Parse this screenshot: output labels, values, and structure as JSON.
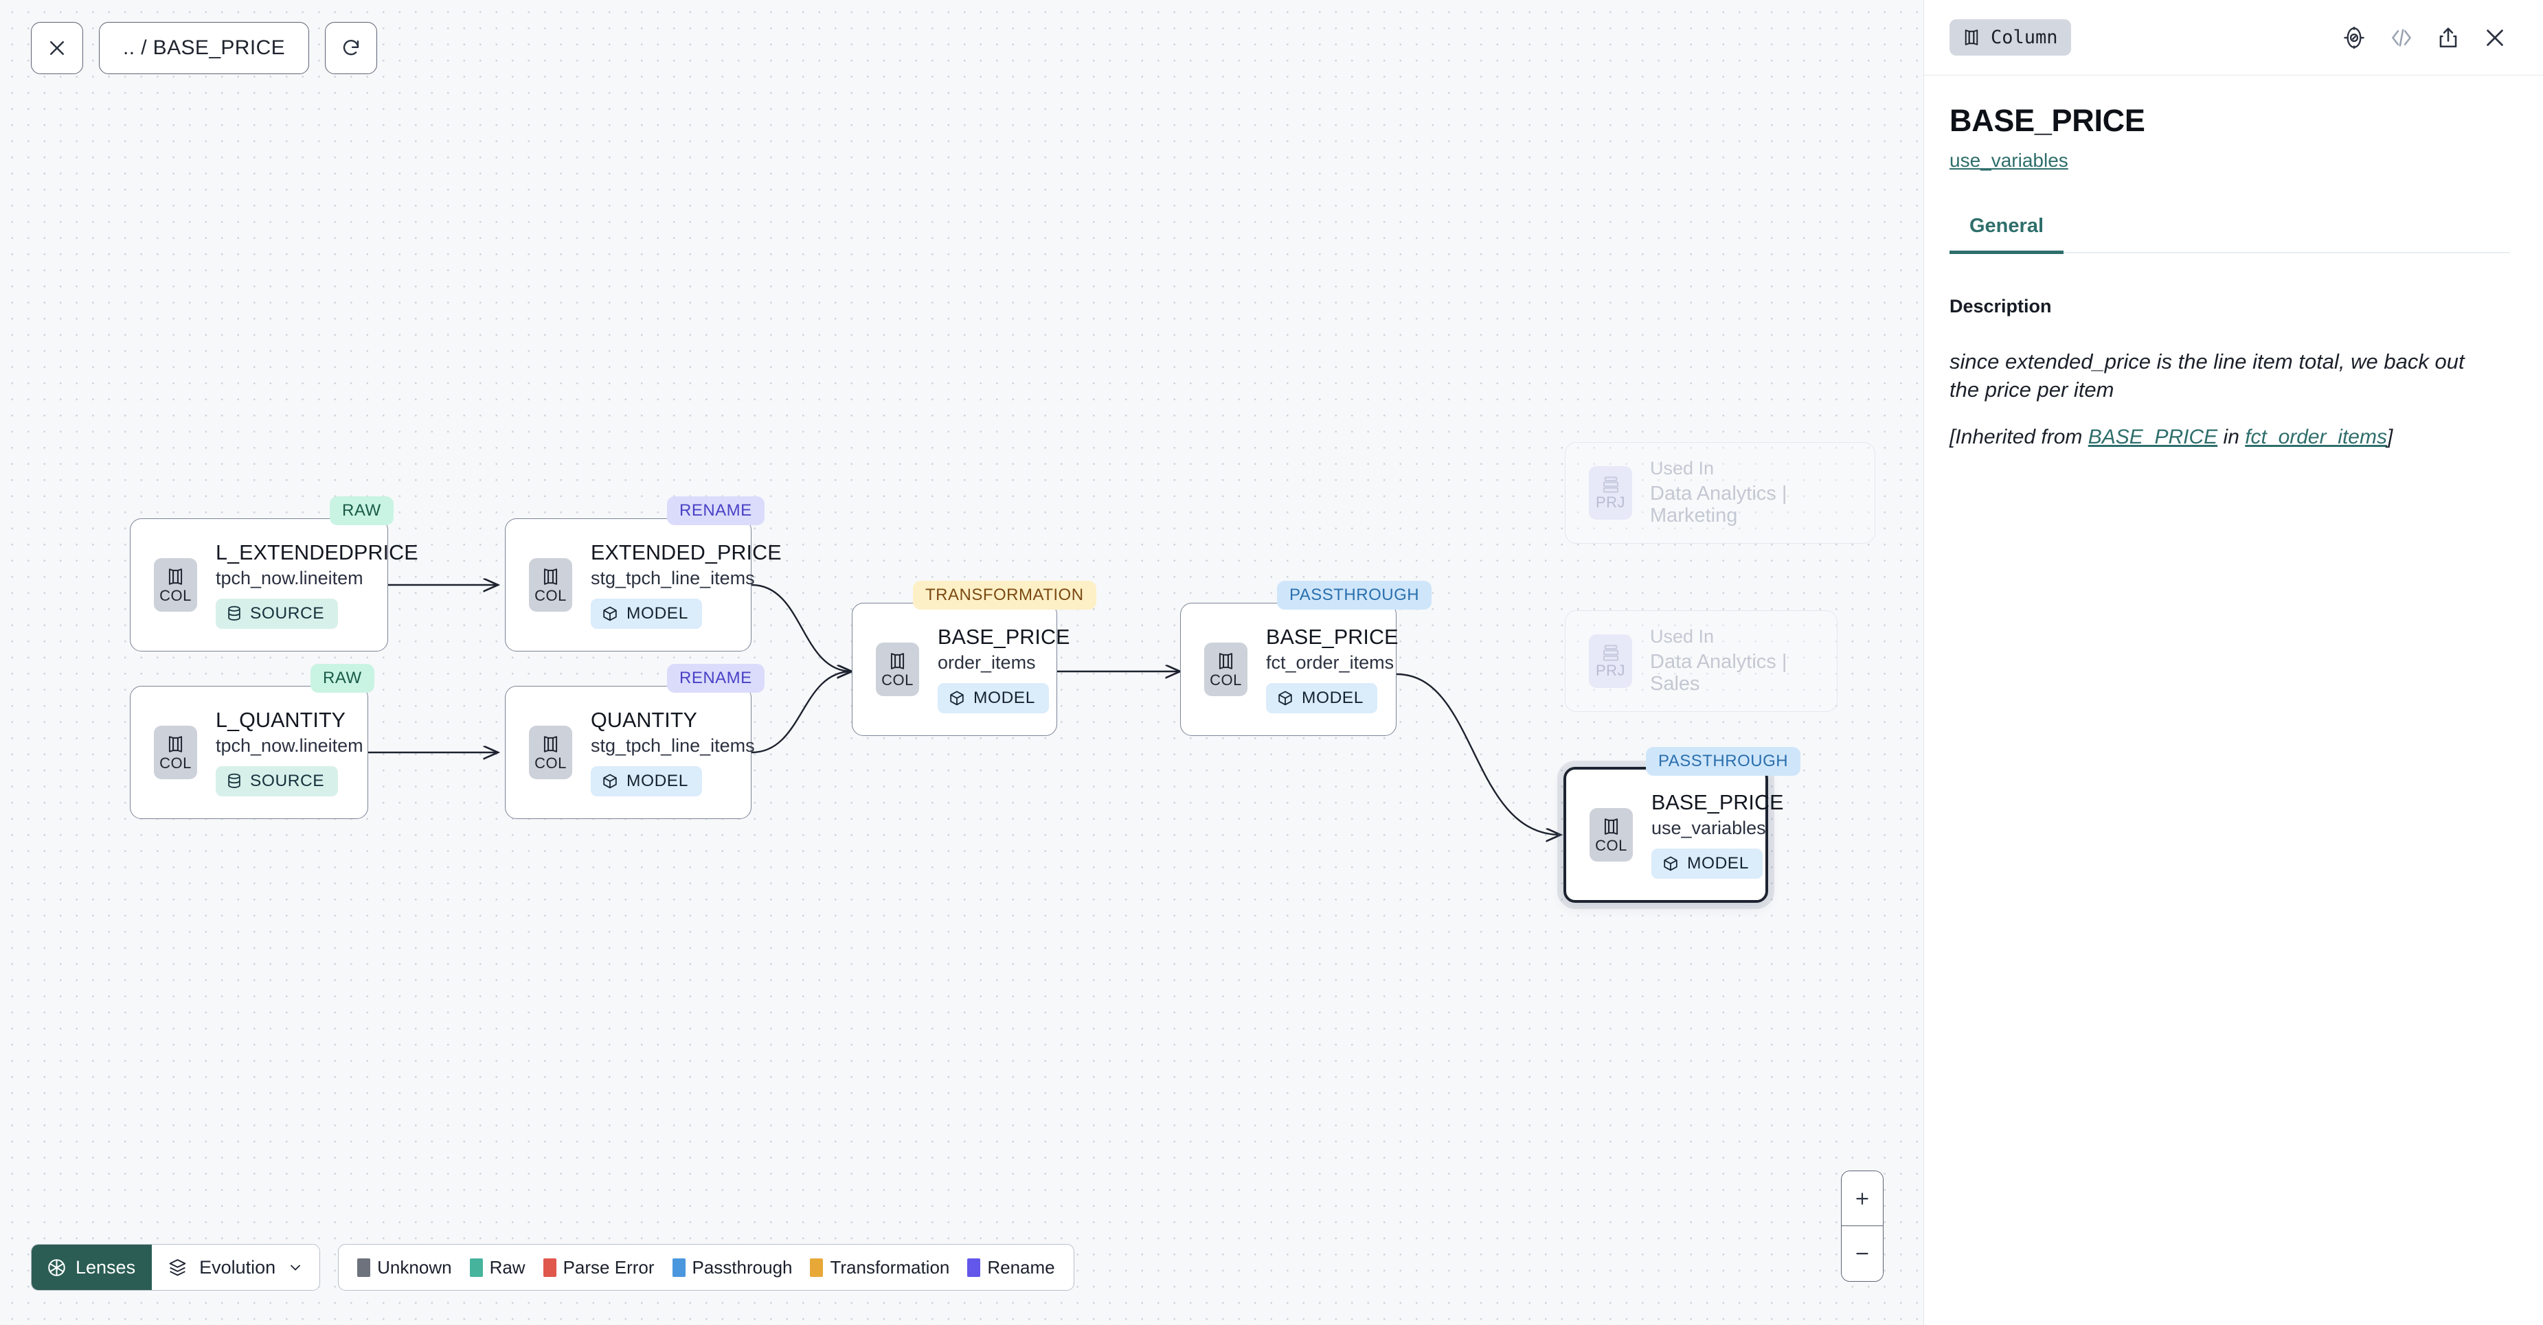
{
  "toolbar": {
    "close_label": "close-icon",
    "path_label": ".. / BASE_PRICE",
    "refresh_label": "refresh-icon"
  },
  "canvas": {
    "nodes": [
      {
        "id": "l_extendedprice",
        "tag": "RAW",
        "tag_kind": "raw",
        "badge": "COL",
        "title": "L_EXTENDEDPRICE",
        "subtitle": "tpch_now.lineitem",
        "chip": "SOURCE",
        "chip_kind": "source",
        "selected": false
      },
      {
        "id": "l_quantity",
        "tag": "RAW",
        "tag_kind": "raw",
        "badge": "COL",
        "title": "L_QUANTITY",
        "subtitle": "tpch_now.lineitem",
        "chip": "SOURCE",
        "chip_kind": "source",
        "selected": false
      },
      {
        "id": "extended_price",
        "tag": "RENAME",
        "tag_kind": "rename",
        "badge": "COL",
        "title": "EXTENDED_PRICE",
        "subtitle": "stg_tpch_line_items",
        "chip": "MODEL",
        "chip_kind": "model",
        "selected": false
      },
      {
        "id": "quantity",
        "tag": "RENAME",
        "tag_kind": "rename",
        "badge": "COL",
        "title": "QUANTITY",
        "subtitle": "stg_tpch_line_items",
        "chip": "MODEL",
        "chip_kind": "model",
        "selected": false
      },
      {
        "id": "base_price_order_items",
        "tag": "TRANSFORMATION",
        "tag_kind": "transformation",
        "badge": "COL",
        "title": "BASE_PRICE",
        "subtitle": "order_items",
        "chip": "MODEL",
        "chip_kind": "model",
        "selected": false
      },
      {
        "id": "base_price_fct_order_items",
        "tag": "PASSTHROUGH",
        "tag_kind": "passthrough",
        "badge": "COL",
        "title": "BASE_PRICE",
        "subtitle": "fct_order_items",
        "chip": "MODEL",
        "chip_kind": "model",
        "selected": false
      },
      {
        "id": "base_price_use_variables",
        "tag": "PASSTHROUGH",
        "tag_kind": "passthrough",
        "badge": "COL",
        "title": "BASE_PRICE",
        "subtitle": "use_variables",
        "chip": "MODEL",
        "chip_kind": "model",
        "selected": true
      }
    ],
    "ghost_cards": [
      {
        "badge": "PRJ",
        "used_in": "Used In",
        "name": "Data Analytics | Marketing"
      },
      {
        "badge": "PRJ",
        "used_in": "Used In",
        "name": "Data Analytics | Sales"
      }
    ]
  },
  "bottom_bar": {
    "lenses_label": "Lenses",
    "evolution_label": "Evolution",
    "legend": [
      {
        "label": "Unknown",
        "color": "#6d727c"
      },
      {
        "label": "Raw",
        "color": "#46b39d"
      },
      {
        "label": "Parse Error",
        "color": "#e0574b"
      },
      {
        "label": "Passthrough",
        "color": "#4a97de"
      },
      {
        "label": "Transformation",
        "color": "#e8a838"
      },
      {
        "label": "Rename",
        "color": "#6257ea"
      }
    ]
  },
  "zoom_controls": {
    "zoom_in": "+",
    "zoom_out": "−"
  },
  "panel": {
    "kind_badge": "Column",
    "title": "BASE_PRICE",
    "subtitle_link": "use_variables",
    "tabs": [
      {
        "label": "General",
        "active": true
      }
    ],
    "description_label": "Description",
    "description_text": "since extended_price is the line item total, we back out the price per item",
    "inherited_prefix": "[Inherited from ",
    "inherited_link_1": "BASE_PRICE",
    "inherited_middle": " in ",
    "inherited_link_2": "fct_order_items",
    "inherited_suffix": "]"
  },
  "colors": {
    "accent_teal": "#2e6e6b",
    "lenses_bg": "#2b5d54",
    "canvas_bg": "#f7f8fa"
  }
}
